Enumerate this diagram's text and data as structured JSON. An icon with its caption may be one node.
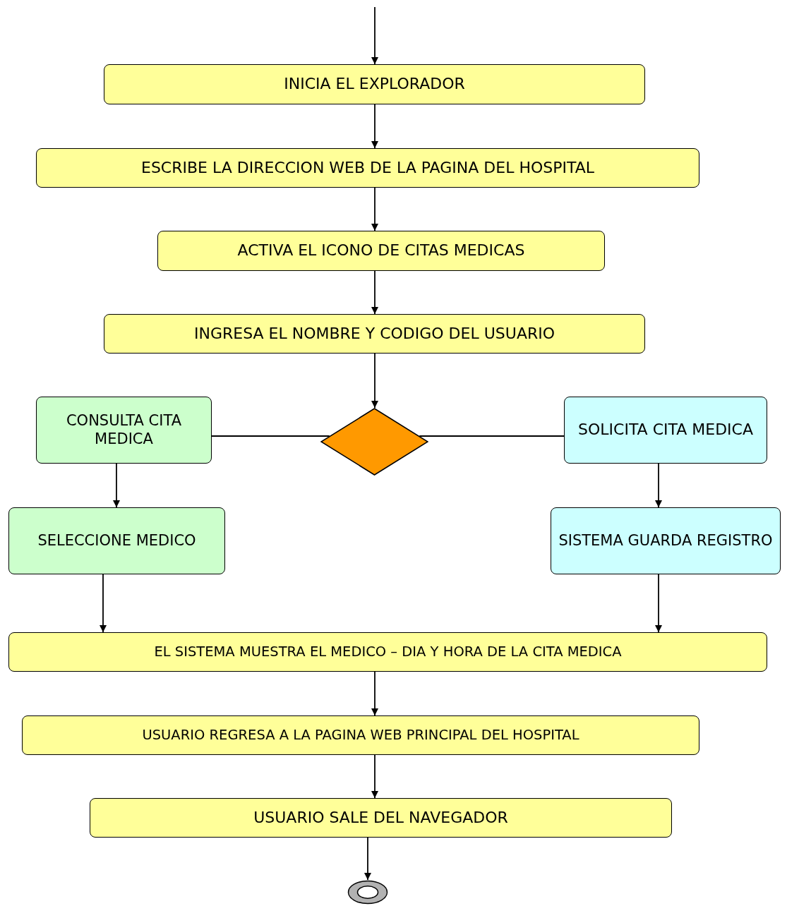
{
  "diagram": {
    "nodes": [
      {
        "text": [
          "INICIA EL EXPLORADOR"
        ]
      },
      {
        "text": [
          "ESCRIBE LA DIRECCION WEB DE LA PAGINA DEL HOSPITAL"
        ]
      },
      {
        "text": [
          "ACTIVA EL ICONO DE CITAS MEDICAS"
        ]
      },
      {
        "text": [
          "INGRESA EL NOMBRE Y CODIGO DEL USUARIO"
        ]
      },
      {
        "text": [
          "CONSULTA CITA MEDICA"
        ]
      },
      {
        "text": [],
        "shape": "diamond"
      },
      {
        "text": [
          "SOLICITA CITA MEDICA"
        ]
      },
      {
        "text": [
          "SELECCIONE MEDICO"
        ]
      },
      {
        "text": [
          "SISTEMA GUARDA REGISTRO"
        ]
      },
      {
        "text": [
          "EL SISTEMA MUESTRA EL MEDICO – DIA Y HORA DE LA CITA MEDICA"
        ]
      },
      {
        "text": [
          "USUARIO REGRESA A LA PAGINA WEB PRINCIPAL DEL HOSPITAL"
        ]
      },
      {
        "text": [
          "USUARIO SALE DEL NAVEGADOR"
        ]
      },
      {
        "text": [],
        "shape": "circle"
      }
    ],
    "edges": [
      {
        "from": null,
        "to": 0,
        "arrow": "to"
      },
      {
        "from": 0,
        "to": 1,
        "arrow": "to"
      },
      {
        "from": 1,
        "to": 2,
        "arrow": "to"
      },
      {
        "from": 2,
        "to": 3,
        "arrow": "to"
      },
      {
        "from": 3,
        "to": 5,
        "arrow": "to"
      },
      {
        "from": 5,
        "to": 4,
        "arrow": "none"
      },
      {
        "from": 5,
        "to": 6,
        "arrow": "none"
      },
      {
        "from": 4,
        "to": 7,
        "arrow": "to"
      },
      {
        "from": 6,
        "to": 8,
        "arrow": "to"
      },
      {
        "from": 7,
        "to": 9,
        "arrow": "to"
      },
      {
        "from": 8,
        "to": 9,
        "arrow": "to"
      },
      {
        "from": 9,
        "to": 10,
        "arrow": "to"
      },
      {
        "from": 10,
        "to": 11,
        "arrow": "to"
      },
      {
        "from": 11,
        "to": 12,
        "arrow": "to"
      }
    ]
  }
}
